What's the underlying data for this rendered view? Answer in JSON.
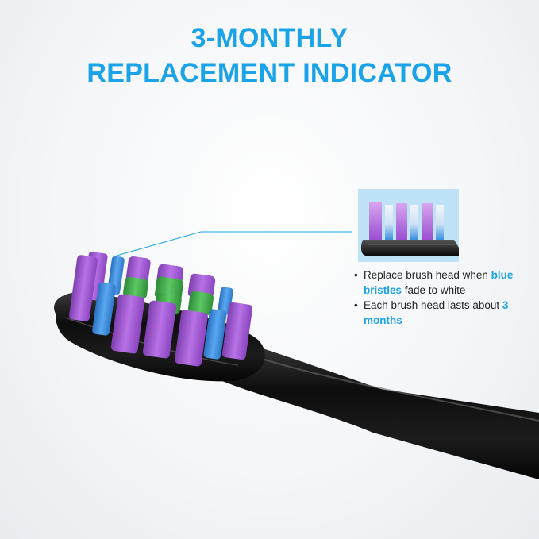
{
  "headline": {
    "line1": "3-MONTHLY",
    "line2": "REPLACEMENT INDICATOR"
  },
  "bullets": [
    {
      "pre": "Replace brush head when ",
      "highlight": "blue bristles",
      "post": " fade to white"
    },
    {
      "pre": "Each brush head lasts about ",
      "highlight": "3 months",
      "post": ""
    }
  ],
  "colors": {
    "accent": "#1aa3e8",
    "bristle_purple": "#a45ad6",
    "bristle_blue": "#3a8fe0",
    "bristle_green": "#3fae4a",
    "handle": "#111111",
    "inset_bg": "#bfe3f6"
  }
}
